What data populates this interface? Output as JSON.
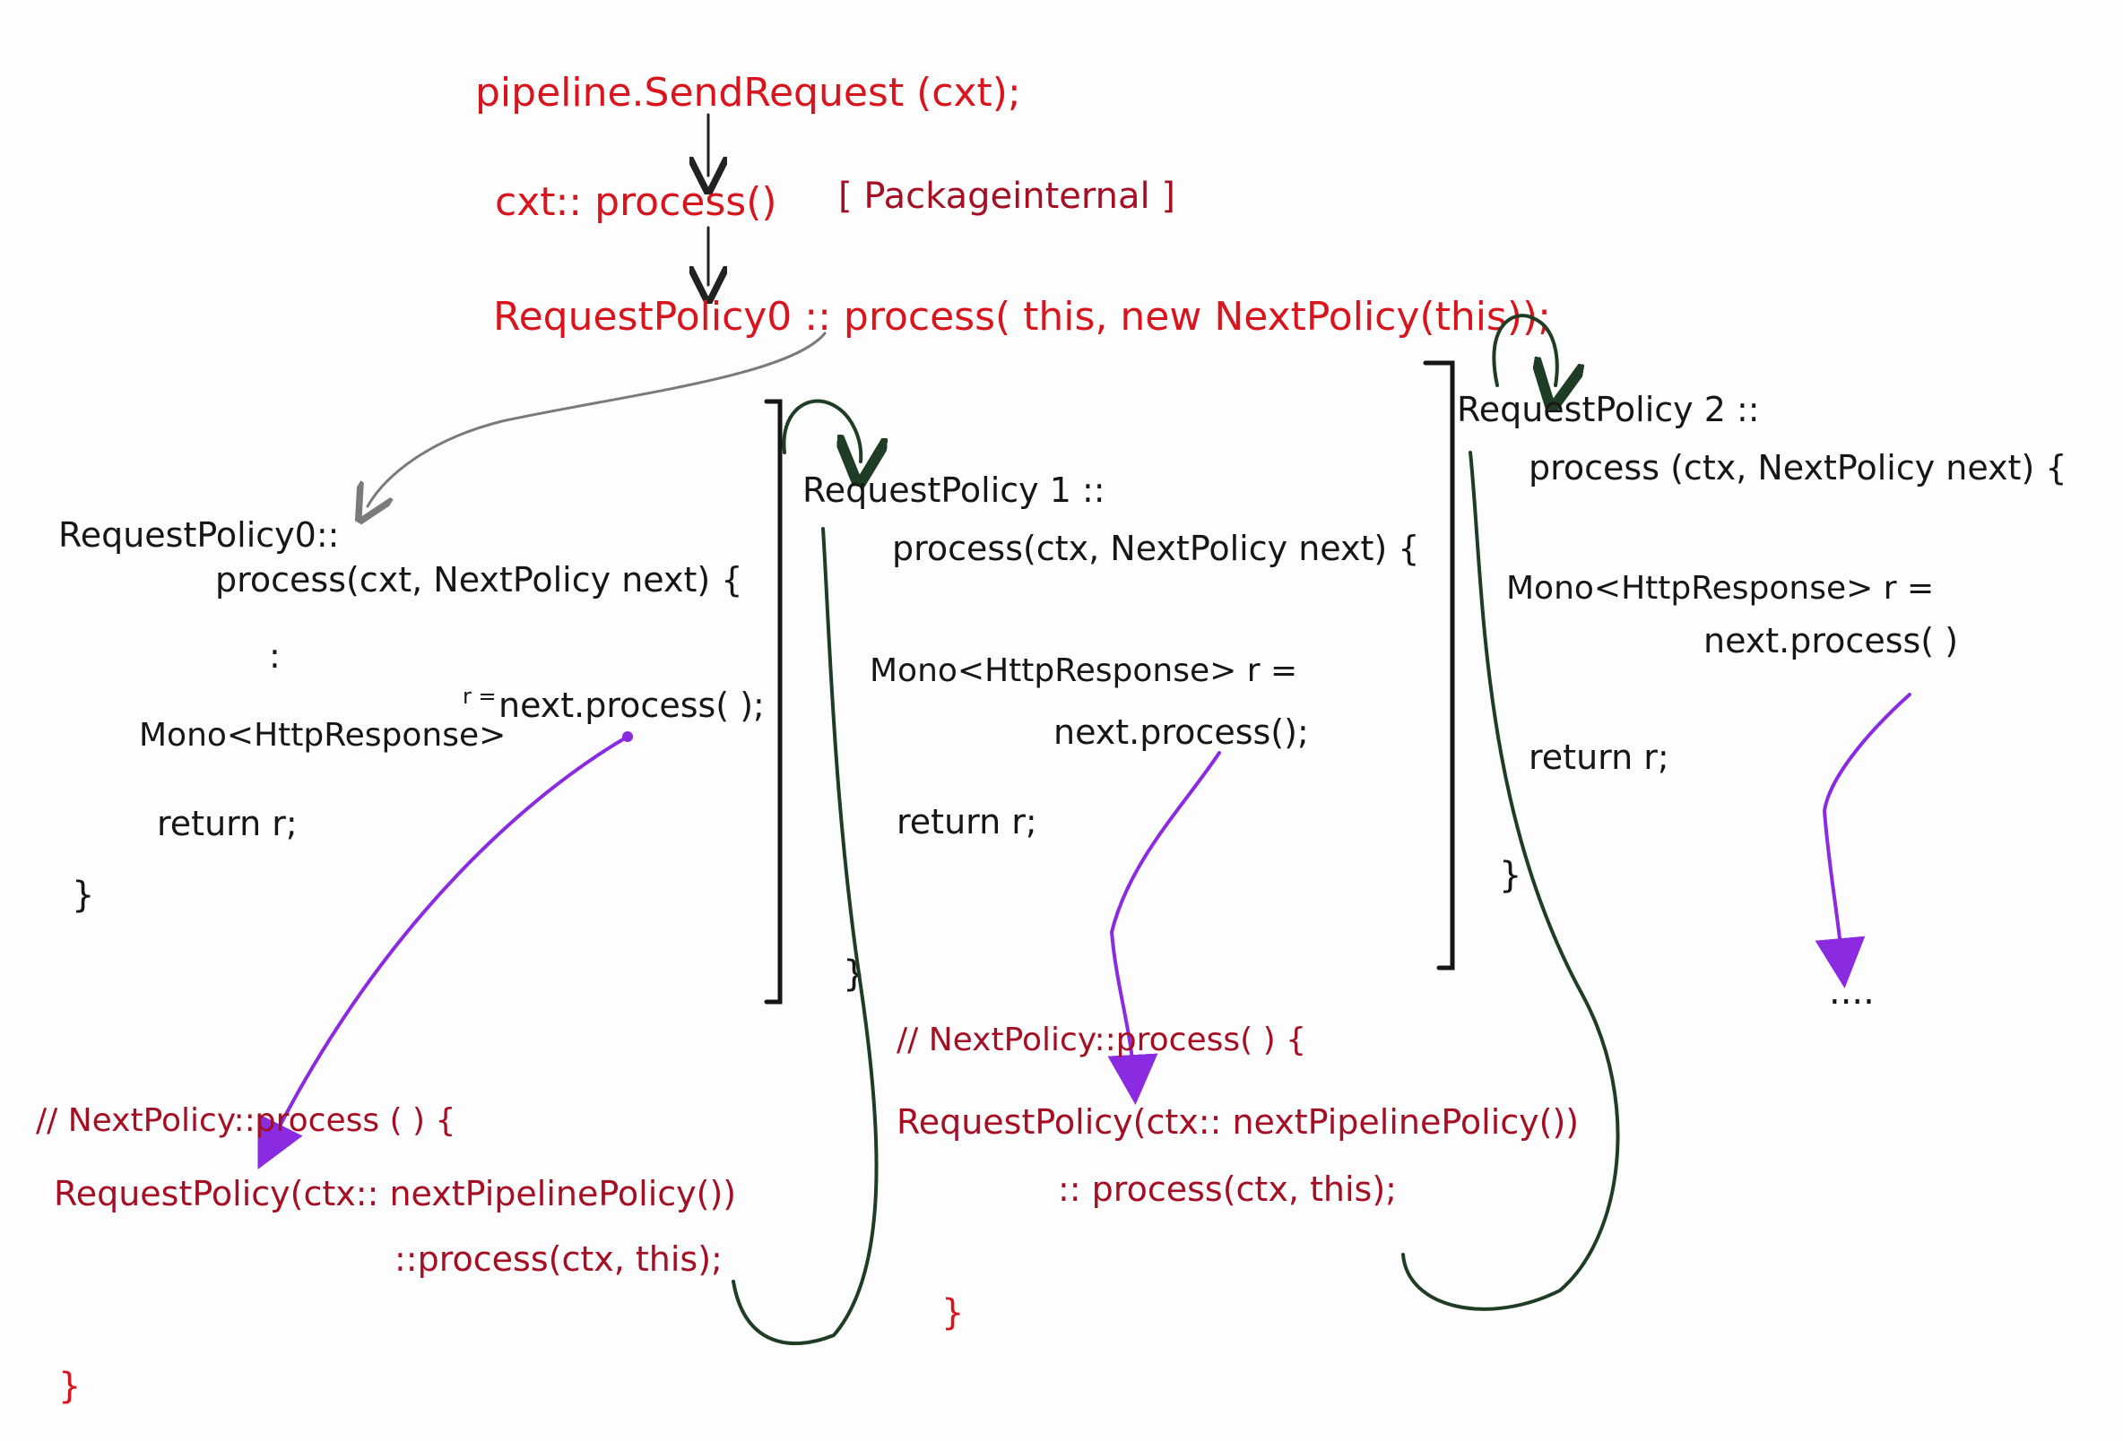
{
  "top": {
    "line1": "pipeline.SendRequest (cxt);",
    "line2a": "cxt:: process()",
    "line2b": "[ Packageinternal ]",
    "line3": "RequestPolicy0 :: process( this,  new NextPolicy(this));"
  },
  "policy0": {
    "head": "RequestPolicy0::",
    "sig": "process(cxt, NextPolicy next) {",
    "dots": ":",
    "rlabel": "r =",
    "mono": "Mono<HttpResponse>",
    "call": "next.process( );",
    "ret": "return r;",
    "close": "}"
  },
  "policy1": {
    "head": "RequestPolicy 1 ::",
    "sig": "process(ctx, NextPolicy next) {",
    "mono": "Mono<HttpResponse> r  =",
    "call": "next.process();",
    "ret": "return r;",
    "close": "}"
  },
  "policy2": {
    "head": "RequestPolicy 2 ::",
    "sig": "process (ctx, NextPolicy next) {",
    "mono": "Mono<HttpResponse> r =",
    "call": "next.process( )",
    "ret": "return r;",
    "close": "}",
    "ellipsis": "...."
  },
  "next0": {
    "comment": "// NextPolicy::process ( ) {",
    "line1": "RequestPolicy(ctx:: nextPipelinePolicy())",
    "line2": "::process(ctx, this);",
    "close": "}"
  },
  "next1": {
    "comment": "// NextPolicy::process( ) {",
    "line1": "RequestPolicy(ctx:: nextPipelinePolicy())",
    "line2": ":: process(ctx, this);",
    "close": "}"
  },
  "colors": {
    "red": "#d8151c",
    "darkred": "#a40f24",
    "black": "#161616",
    "green": "#1f3d24",
    "purple": "#8a2be2",
    "grey": "#7a7a7a"
  }
}
